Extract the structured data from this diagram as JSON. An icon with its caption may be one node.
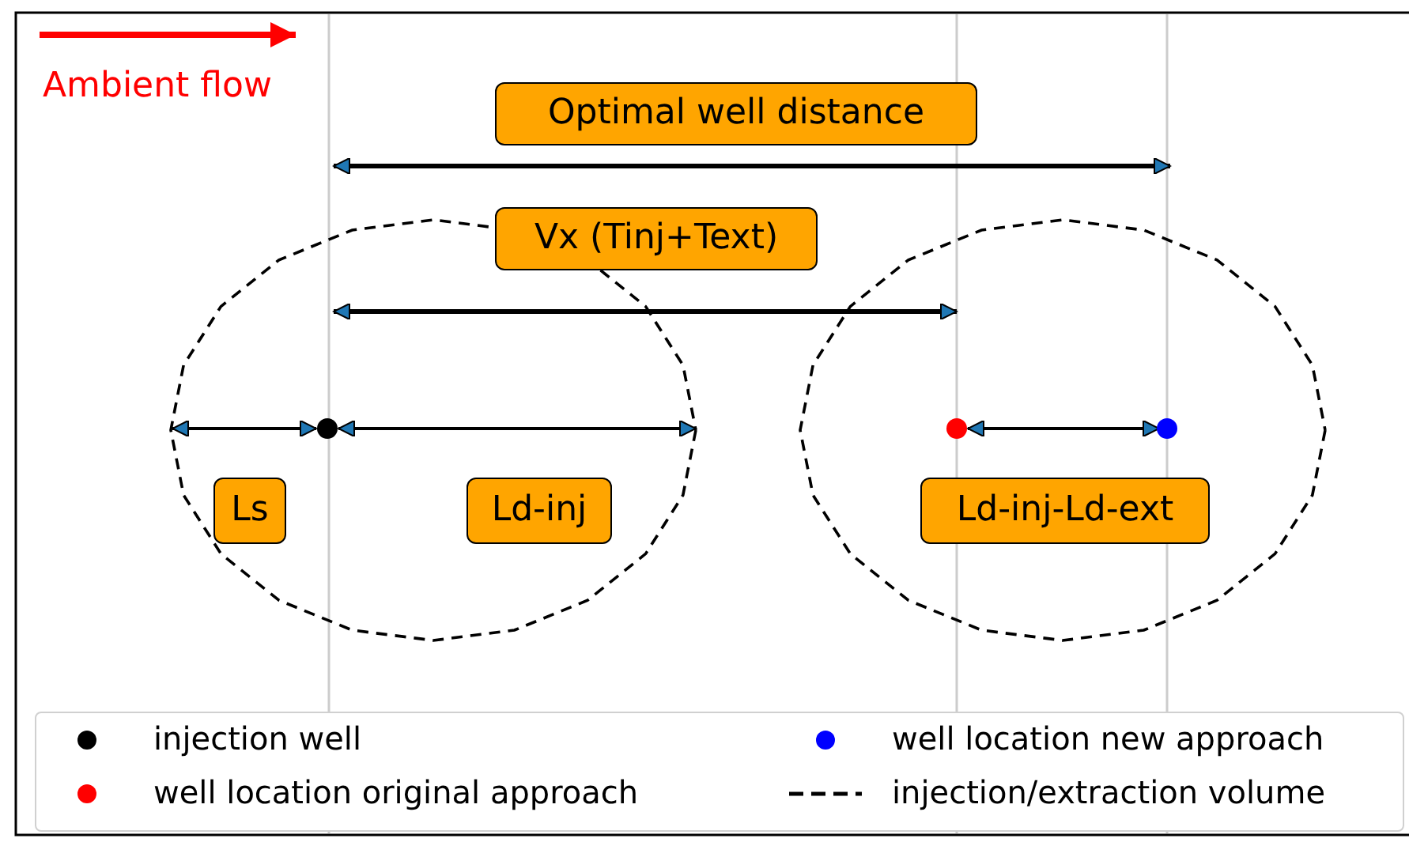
{
  "diagram": {
    "nodes": [
      {
        "text": [
          "Optimal well distance"
        ]
      },
      {
        "text": [
          "Vx (Tinj+Text)"
        ]
      },
      {
        "text": [
          "Ls"
        ]
      },
      {
        "text": [
          "Ld-inj"
        ]
      },
      {
        "text": [
          "Ld-inj-Ld-ext"
        ]
      }
    ],
    "edges": [],
    "labels": [
      "Ambient flow"
    ],
    "legend": [
      {
        "text": "injection well",
        "color": "#000000"
      },
      {
        "text": "well location original approach",
        "color": "#ff0000"
      },
      {
        "text": "well location new approach",
        "color": "#0000ff"
      },
      {
        "text": "injection/extraction volume"
      }
    ]
  }
}
